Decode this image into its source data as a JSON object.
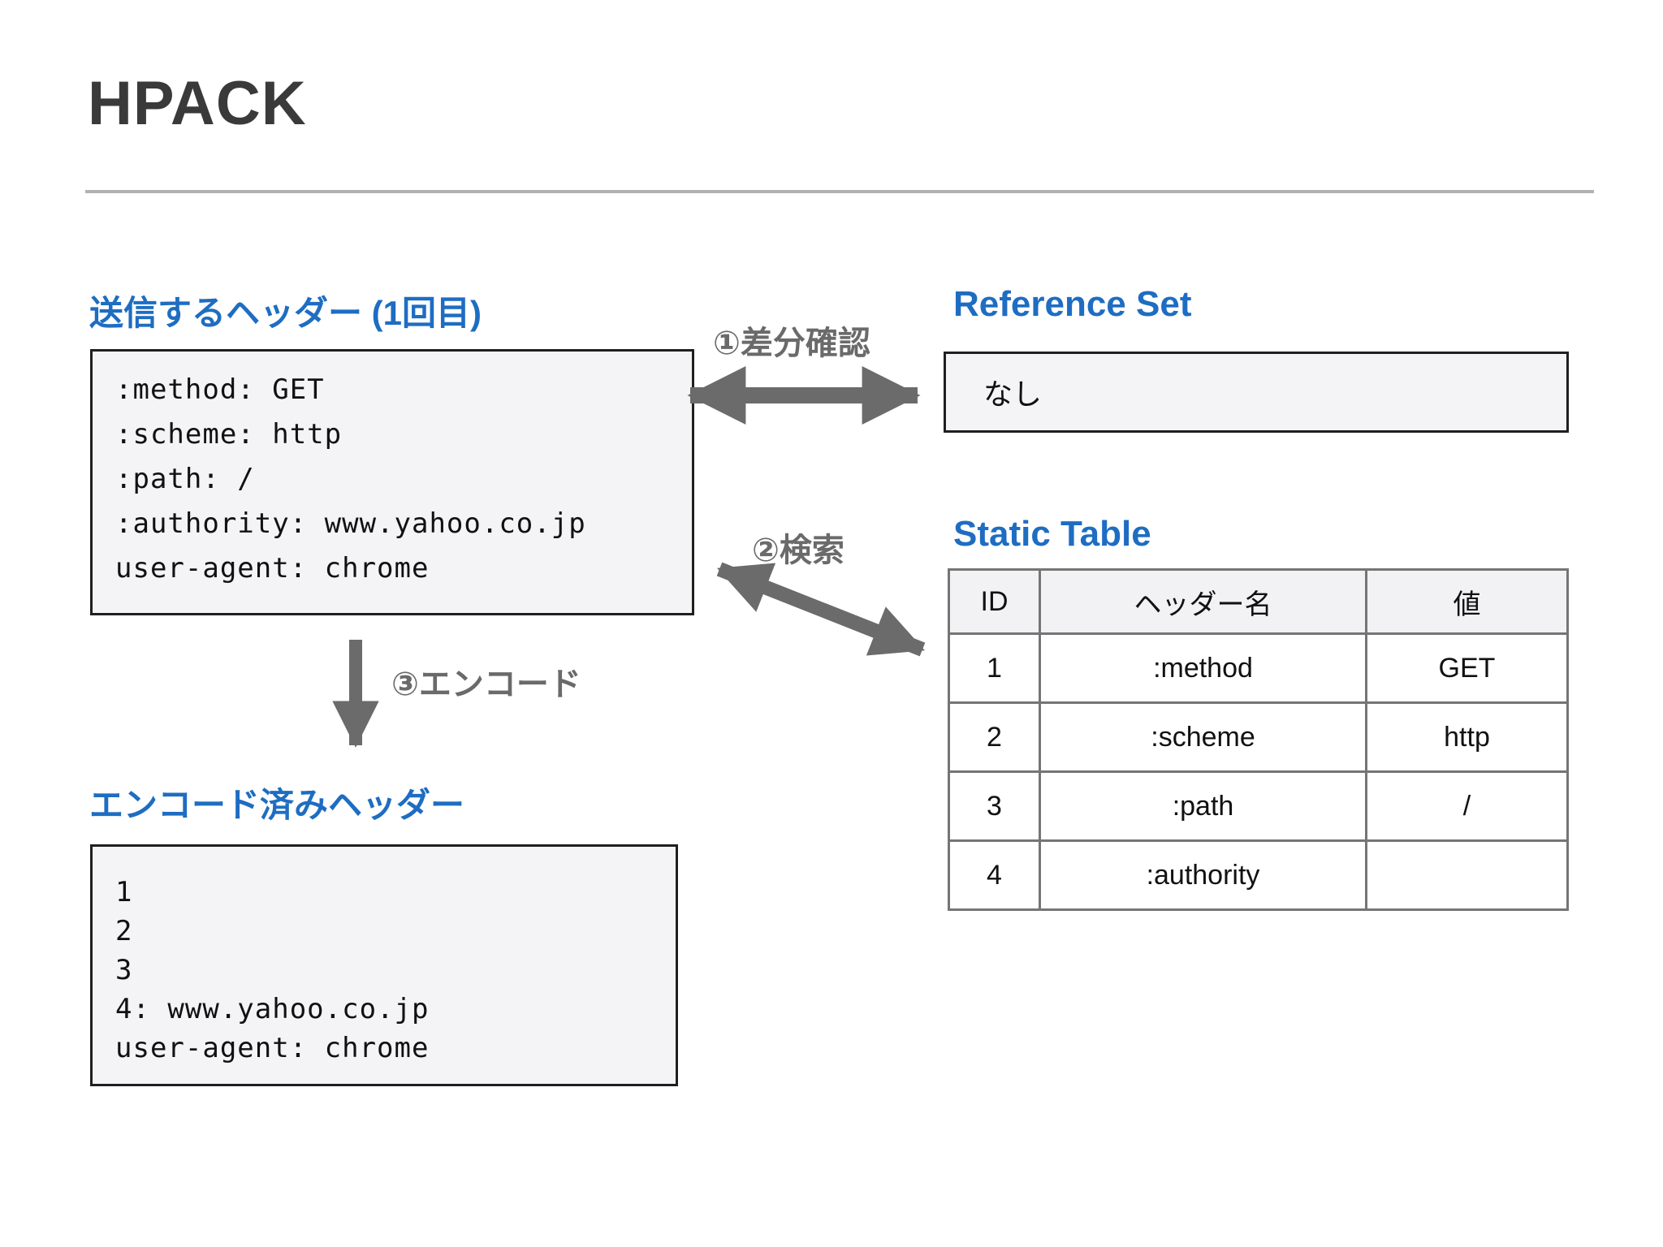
{
  "slide": {
    "title": "HPACK"
  },
  "colors": {
    "accent_blue": "#1e6dc2",
    "arrow_gray": "#6b6b6b",
    "box_bg": "#f4f3f5",
    "table_border": "#757575"
  },
  "sent_headers": {
    "title": "送信するヘッダー (1回目)",
    "lines": [
      ":method: GET",
      ":scheme: http",
      ":path: /",
      ":authority: www.yahoo.co.jp",
      "user-agent: chrome"
    ]
  },
  "reference_set": {
    "title": "Reference Set",
    "value": "なし"
  },
  "static_table": {
    "title": "Static Table",
    "columns": [
      "ID",
      "ヘッダー名",
      "値"
    ],
    "rows": [
      {
        "id": "1",
        "name": ":method",
        "value": "GET"
      },
      {
        "id": "2",
        "name": ":scheme",
        "value": "http"
      },
      {
        "id": "3",
        "name": ":path",
        "value": "/"
      },
      {
        "id": "4",
        "name": ":authority",
        "value": ""
      }
    ]
  },
  "encoded_headers": {
    "title": "エンコード済みヘッダー",
    "lines": [
      "1",
      "2",
      "3",
      "4: www.yahoo.co.jp",
      "user-agent: chrome"
    ]
  },
  "arrows": {
    "diff_check": "①差分確認",
    "search": "②検索",
    "encode": "③エンコード"
  }
}
